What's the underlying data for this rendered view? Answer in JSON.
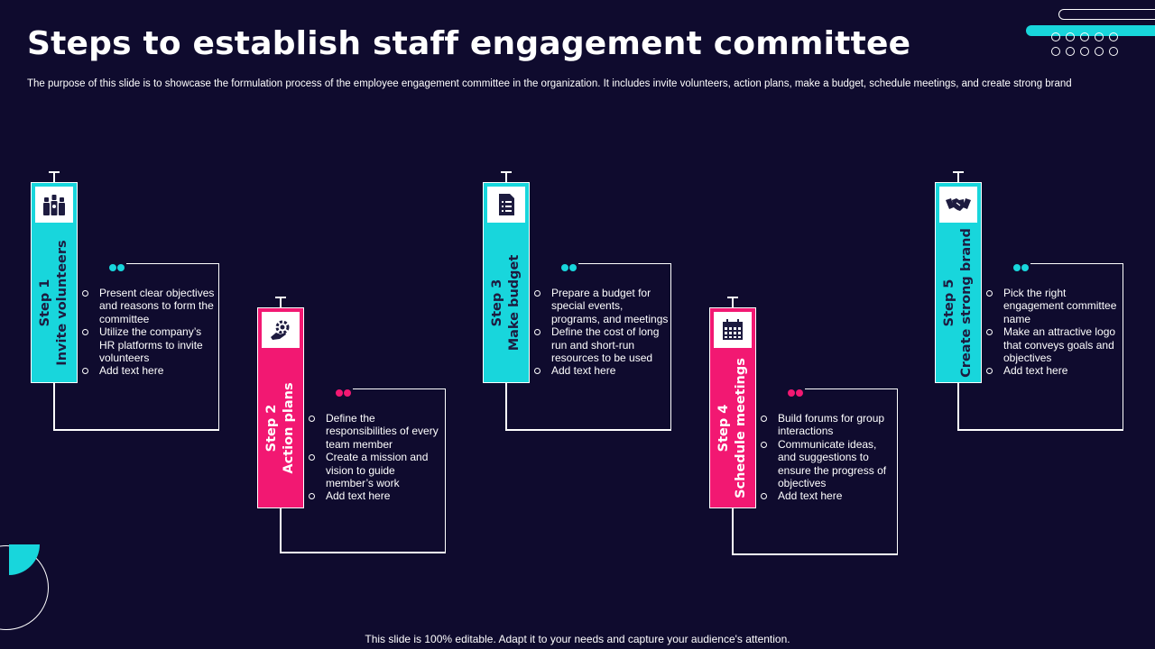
{
  "title": "Steps to establish staff engagement committee",
  "subtitle": "The purpose of this slide is to showcase the formulation process of the employee engagement committee in the organization. It includes invite volunteers, action plans, make a budget, schedule meetings, and create strong brand",
  "footer": "This slide is 100% editable. Adapt it to your needs and capture your audience's attention.",
  "colors": {
    "background": "#0f0b2e",
    "cyan": "#18d6dc",
    "pink": "#f21872"
  },
  "steps": [
    {
      "step": "Step 1",
      "name": "Invite volunteers",
      "icon": "raised-fists-icon",
      "color": "cyan",
      "points": [
        "Present clear objectives and reasons to form the committee",
        "Utilize the company’s HR platforms to invite volunteers",
        "Add text here"
      ]
    },
    {
      "step": "Step 2",
      "name": "Action plans",
      "icon": "gear-hand-icon",
      "color": "pink",
      "points": [
        "Define the responsibilities of every team member",
        "Create a mission and vision to guide member’s work",
        "Add text here"
      ]
    },
    {
      "step": "Step 3",
      "name": "Make budget",
      "icon": "document-list-icon",
      "color": "cyan",
      "points": [
        "Prepare a budget for special events, programs, and meetings",
        "Define the cost of long run and short-run resources to be used",
        "Add text here"
      ]
    },
    {
      "step": "Step 4",
      "name": "Schedule meetings",
      "icon": "calendar-icon",
      "color": "pink",
      "points": [
        "Build forums for group interactions",
        "Communicate ideas, and suggestions to ensure the progress of objectives",
        "Add text here"
      ]
    },
    {
      "step": "Step 5",
      "name": "Create strong brand",
      "icon": "handshake-icon",
      "color": "cyan",
      "points": [
        "Pick the right engagement committee name",
        "Make an attractive logo that conveys goals and objectives",
        "Add text here"
      ]
    }
  ]
}
